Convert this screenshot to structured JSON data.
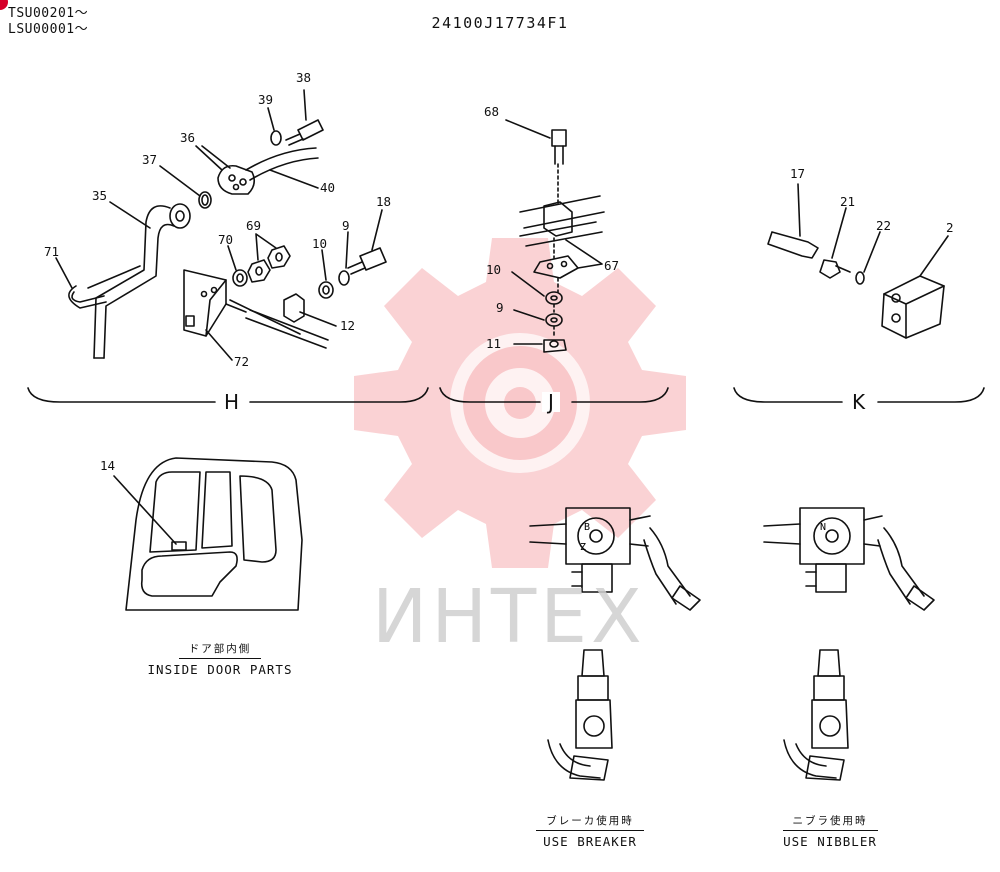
{
  "header": {
    "serial_line1": "TSU00201～",
    "serial_line2": "LSU00001～",
    "document_number": "24100J17734F1"
  },
  "sections": {
    "h": "H",
    "j": "J",
    "k": "K"
  },
  "callouts": {
    "h": [
      "38",
      "39",
      "36",
      "37",
      "40",
      "35",
      "71",
      "70",
      "69",
      "10",
      "9",
      "18",
      "12",
      "72"
    ],
    "j": [
      "68",
      "67",
      "10",
      "9",
      "11"
    ],
    "k": [
      "17",
      "21",
      "22",
      "2"
    ],
    "door": [
      "14"
    ]
  },
  "captions": {
    "door_jp": "ドア部内側",
    "door_en": "INSIDE DOOR PARTS",
    "breaker_jp": "ブレーカ使用時",
    "breaker_en": "USE BREAKER",
    "nibbler_jp": "ニブラ使用時",
    "nibbler_en": "USE NIBBLER"
  },
  "valve_markings": {
    "breaker_top": "B",
    "breaker_bottom": "Z",
    "nibbler": "N"
  },
  "watermark": {
    "text": "ИНТЕХ",
    "color": "#e8323c"
  }
}
